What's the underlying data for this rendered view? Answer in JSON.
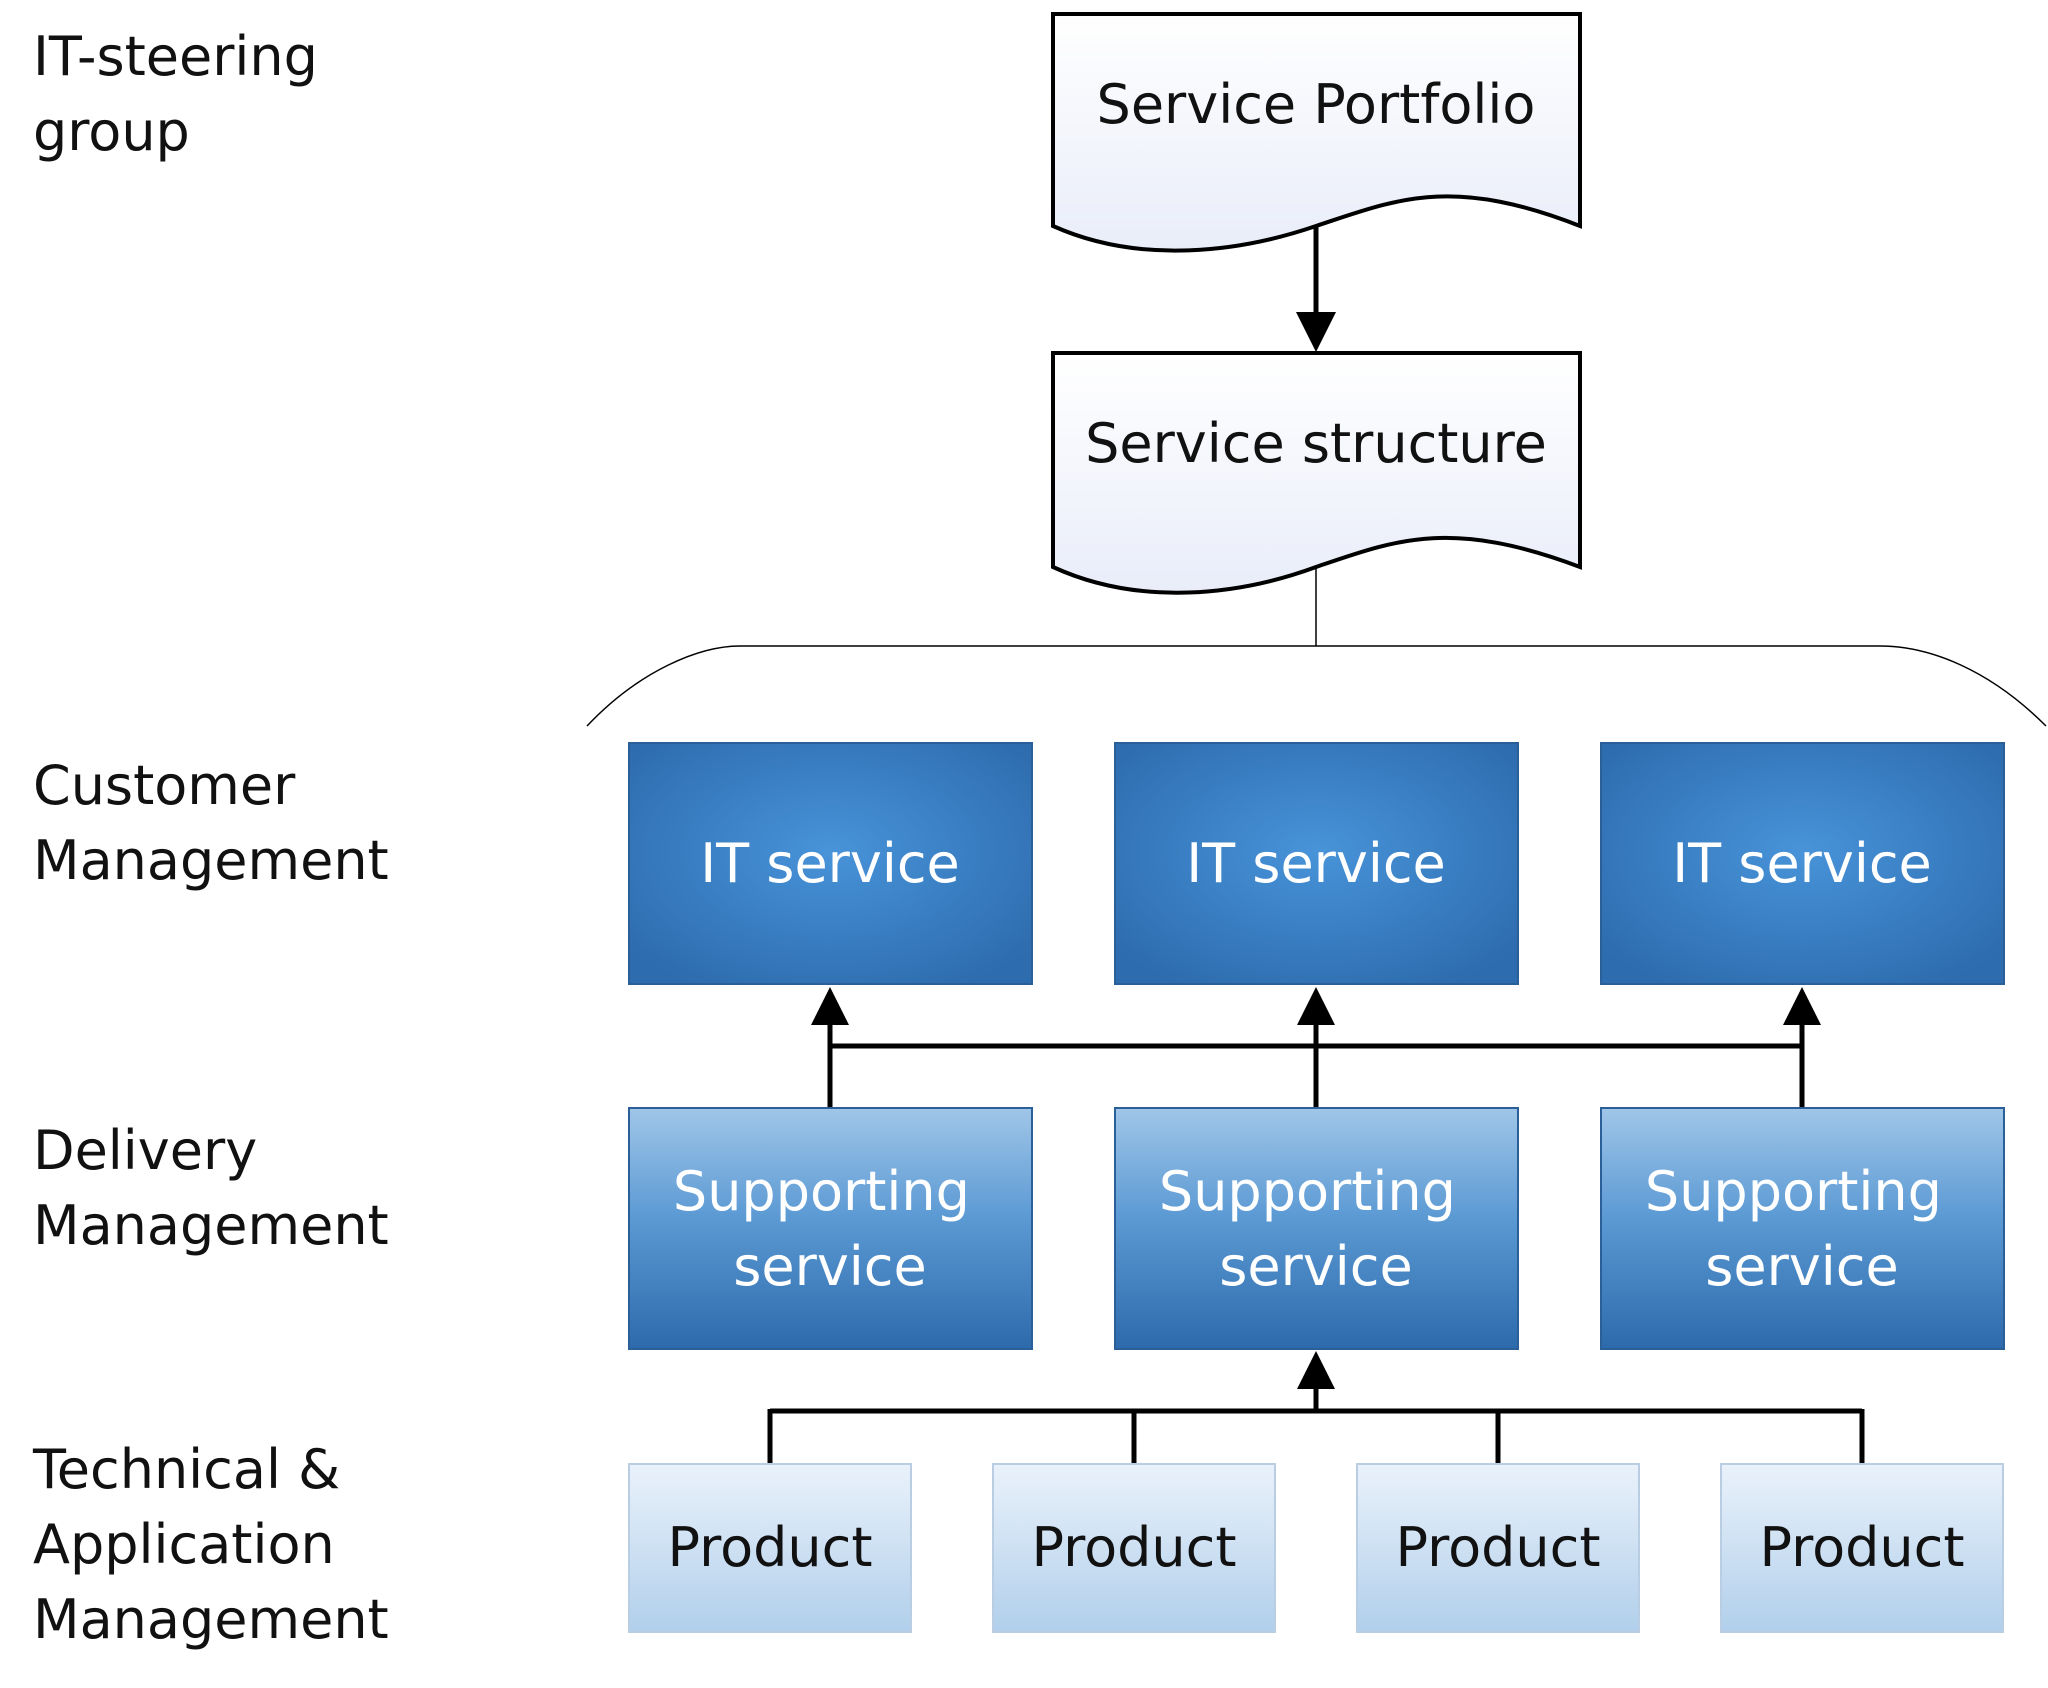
{
  "lanes": [
    {
      "id": "steering",
      "lines": [
        "IT-steering",
        "group"
      ]
    },
    {
      "id": "customer",
      "lines": [
        "Customer",
        "Management"
      ]
    },
    {
      "id": "delivery",
      "lines": [
        "Delivery",
        "Management"
      ]
    },
    {
      "id": "technical",
      "lines": [
        "Technical &",
        "Application",
        "Management"
      ]
    }
  ],
  "documents": [
    {
      "id": "portfolio",
      "label": "Service Portfolio"
    },
    {
      "id": "structure",
      "label": "Service structure"
    }
  ],
  "it_services": [
    {
      "label": "IT service"
    },
    {
      "label": "IT service"
    },
    {
      "label": "IT service"
    }
  ],
  "supporting_services": [
    {
      "lines": [
        "Supporting",
        "service"
      ]
    },
    {
      "lines": [
        "Supporting",
        "service"
      ]
    },
    {
      "lines": [
        "Supporting",
        "service"
      ]
    }
  ],
  "products": [
    {
      "label": "Product"
    },
    {
      "label": "Product"
    },
    {
      "label": "Product"
    },
    {
      "label": "Product"
    }
  ],
  "colors": {
    "it_service_edge": "#2e6eb0",
    "it_service_center": "#4590d6",
    "supporting_top": "#9cc3e6",
    "supporting_bottom": "#2e6eb0",
    "product_top": "#e8f1fa",
    "product_bottom": "#b3d0ec",
    "document_fill": "#eef1fb"
  }
}
